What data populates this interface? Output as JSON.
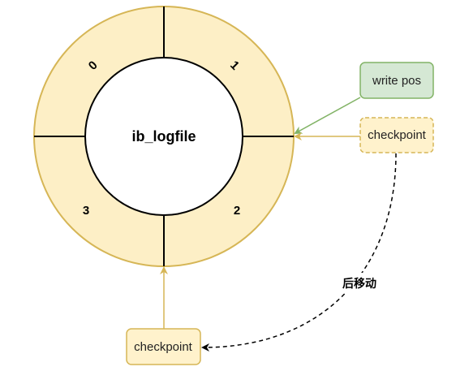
{
  "ring": {
    "center_label": "ib_logfile",
    "segments": [
      {
        "label": "0"
      },
      {
        "label": "1"
      },
      {
        "label": "2"
      },
      {
        "label": "3"
      }
    ]
  },
  "write_pos": {
    "label": "write pos"
  },
  "checkpoint_old": {
    "label": "checkpoint"
  },
  "checkpoint_new": {
    "label": "checkpoint"
  },
  "move_label": "后移动",
  "colors": {
    "ring_fill": "#fdefc6",
    "ring_stroke": "#d6b656",
    "write_pos_fill": "#d5e8d4",
    "write_pos_stroke": "#82b366",
    "checkpoint_fill": "#fff2cc",
    "checkpoint_stroke": "#d6b656"
  }
}
